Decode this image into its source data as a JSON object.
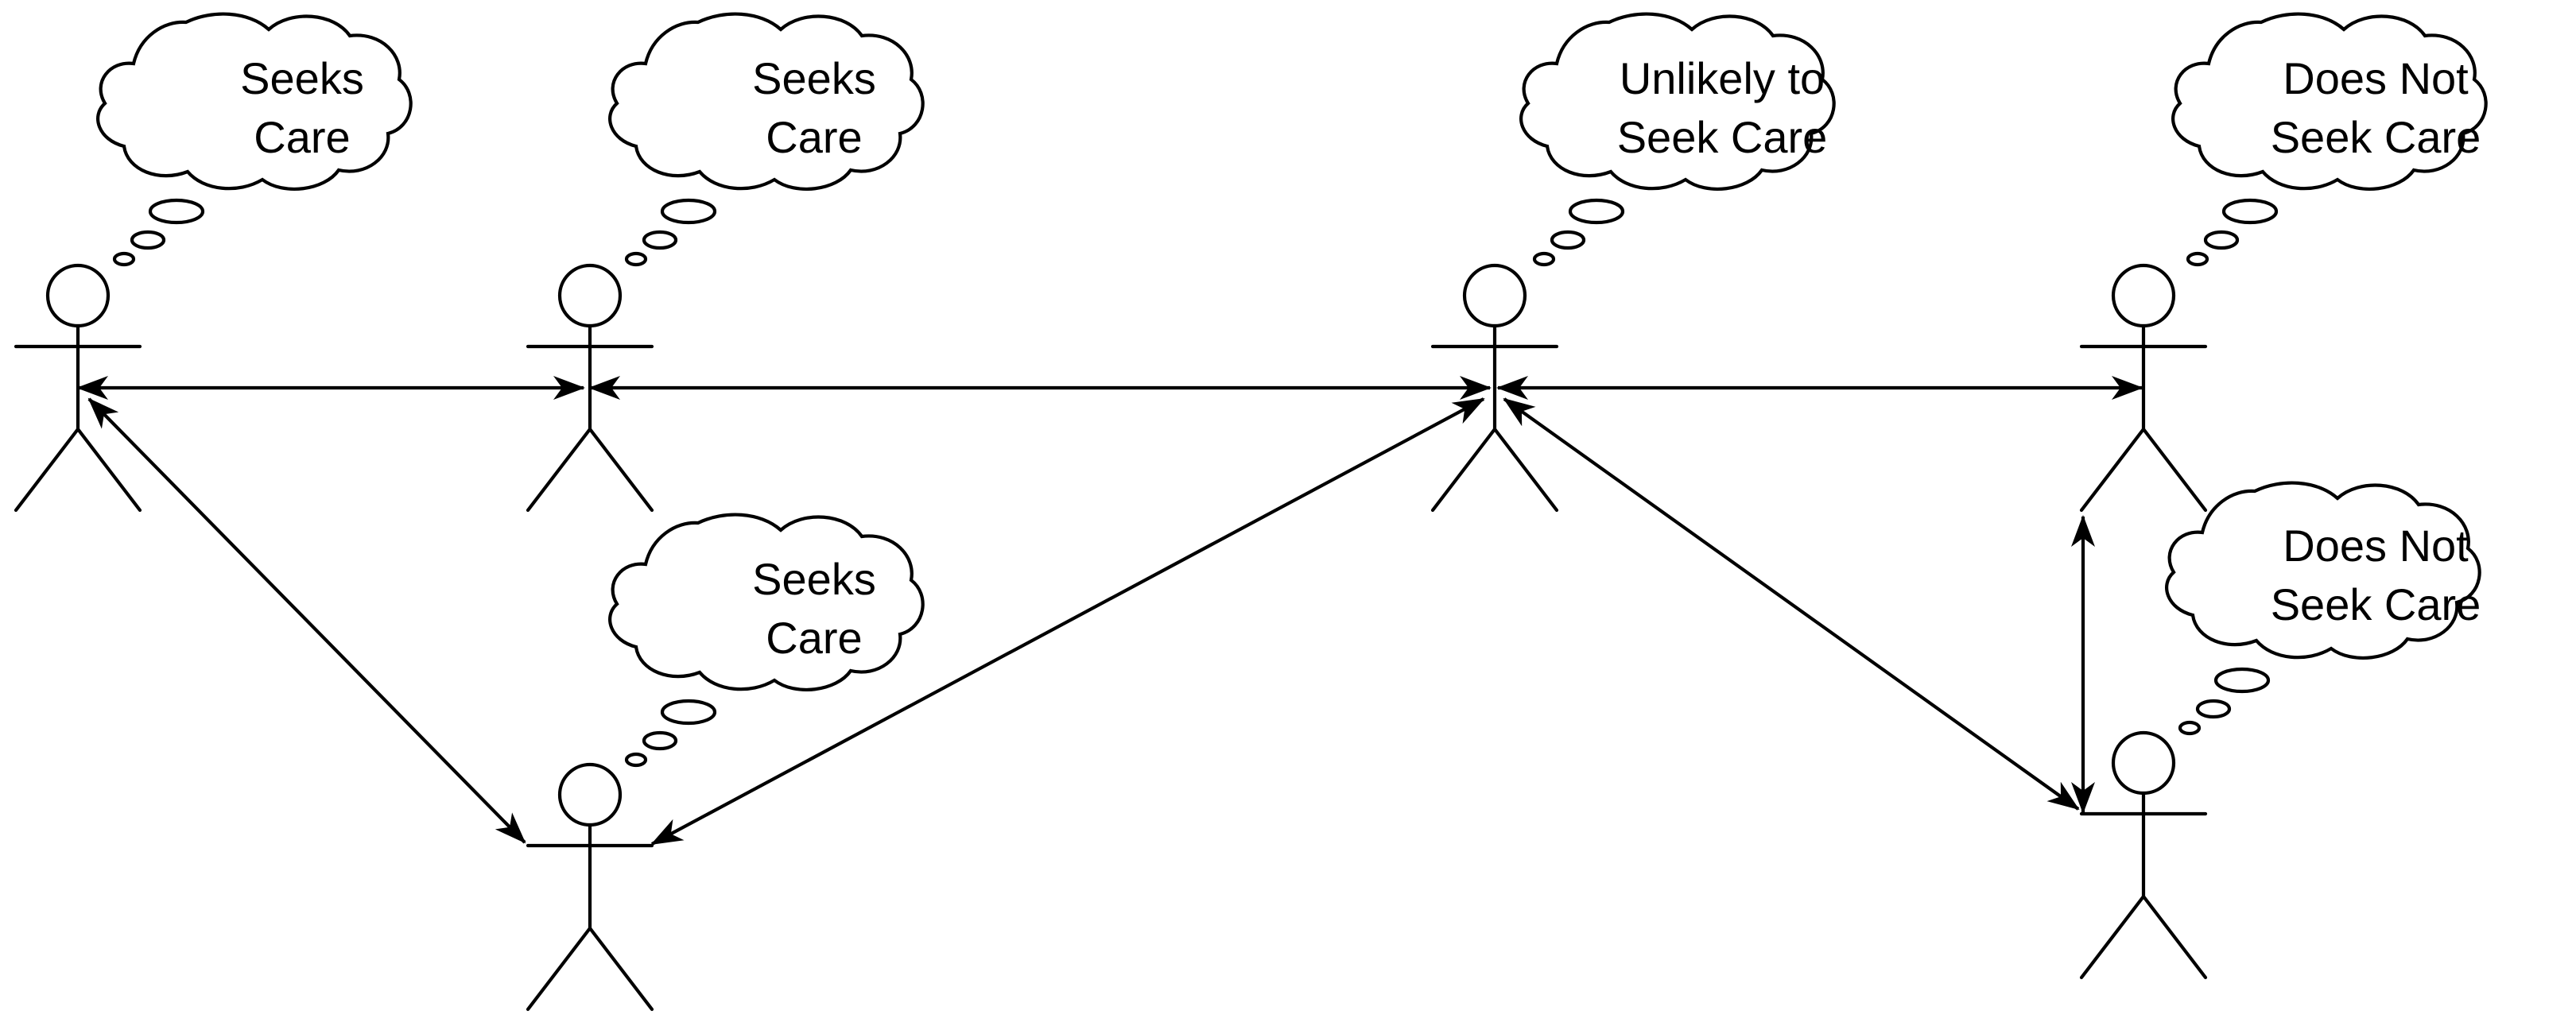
{
  "diagram": {
    "actors": [
      {
        "id": "a1",
        "thought": [
          "Seeks",
          "Care"
        ]
      },
      {
        "id": "a2",
        "thought": [
          "Seeks",
          "Care"
        ]
      },
      {
        "id": "a3",
        "thought": [
          "Seeks",
          "Care"
        ]
      },
      {
        "id": "a4",
        "thought": [
          "Unlikely to",
          "Seek Care"
        ]
      },
      {
        "id": "a5",
        "thought": [
          "Does Not",
          "Seek Care"
        ]
      },
      {
        "id": "a6",
        "thought": [
          "Does Not",
          "Seek Care"
        ]
      }
    ],
    "connections": [
      {
        "from": "a1",
        "to": "a2",
        "direction": "both"
      },
      {
        "from": "a2",
        "to": "a4",
        "direction": "both"
      },
      {
        "from": "a4",
        "to": "a5",
        "direction": "both"
      },
      {
        "from": "a1",
        "to": "a3",
        "direction": "both"
      },
      {
        "from": "a4",
        "to": "a3",
        "direction": "both"
      },
      {
        "from": "a4",
        "to": "a6",
        "direction": "both"
      },
      {
        "from": "a5",
        "to": "a6",
        "direction": "both"
      }
    ]
  }
}
